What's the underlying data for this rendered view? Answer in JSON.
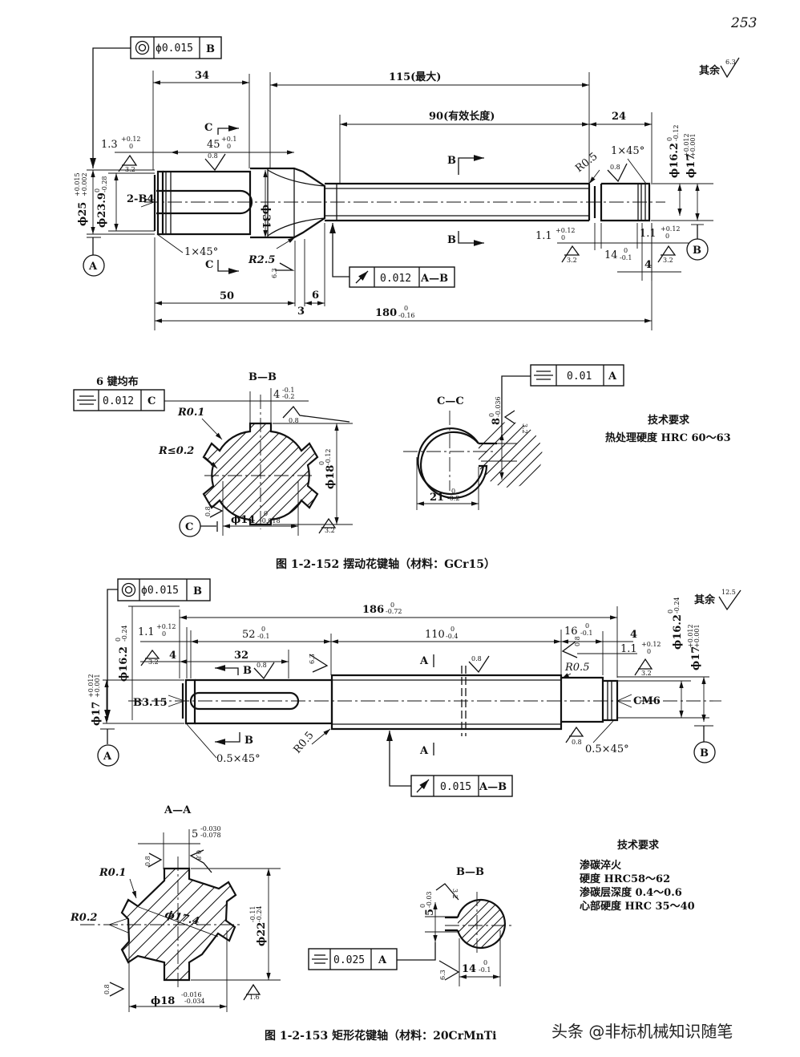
{
  "page_number": "253",
  "figure1": {
    "caption": "图 1-2-152   摆动花键轴（材料：GCr15）",
    "roughness_rest": {
      "label": "其余",
      "value": "6.3"
    },
    "fcf_coaxiality": {
      "symbol": "◎",
      "tolerance": "ϕ0.015",
      "datum": "B"
    },
    "fcf_runout": {
      "symbol": "↗",
      "tolerance": "0.012",
      "datum": "A—B"
    },
    "dims": {
      "d34": "34",
      "d115": "115(最大)",
      "d90": "90(有效长度)",
      "d24": "24",
      "d13": "1.3",
      "d13_tol_up": "+0.12",
      "d13_tol_low": "0",
      "d45": "45",
      "d45_tol_up": "+0.1",
      "d45_tol_low": "0",
      "r08_top": "0.8",
      "r32_left": "3.2",
      "phi25": "ϕ25",
      "phi25_up": "+0.015",
      "phi25_low": "+0.002",
      "phi239": "ϕ23.9",
      "phi239_up": "0",
      "phi239_low": "-0.28",
      "center_hole": "2-B4",
      "phi31": "ϕ31",
      "chamfer_left": "1×45°",
      "r25": "R2.5",
      "r6_rough": "6.3",
      "d50": "50",
      "d3": "3",
      "d6": "6",
      "d180": "180",
      "d180_up": "0",
      "d180_low": "-0.16",
      "r05": "R0.5",
      "chamfer_right": "1×45°",
      "r08_right": "0.8",
      "phi162": "ϕ16.2",
      "phi162_up": "0",
      "phi162_low": "-0.12",
      "phi17": "ϕ17",
      "phi17_up": "+0.012",
      "phi17_low": "+0.001",
      "d11a": "1.1",
      "d11a_up": "+0.12",
      "d11a_low": "0",
      "d14": "14",
      "d14_up": "0",
      "d14_low": "-0.1",
      "d11b": "1.1",
      "d11b_up": "+0.12",
      "d11b_low": "0",
      "d4": "4",
      "r32a": "3.2",
      "r32b": "3.2",
      "datum_a": "A",
      "datum_b": "B",
      "sec_c_top": "C",
      "sec_c_bot": "C",
      "sec_b_top": "B",
      "sec_b_bot": "B"
    },
    "section_bb": {
      "title": "B—B",
      "note": "6 键均布",
      "fcf": {
        "symbol": "⌯",
        "tolerance": "0.012",
        "datum": "C"
      },
      "key_width": "4",
      "key_width_up": "-0.1",
      "key_width_low": "-0.2",
      "rough_top": "0.8",
      "r01": "R0.1",
      "r02": "R≤0.2",
      "phi18": "ϕ18",
      "phi18_up": "0",
      "phi18_low": "-0.12",
      "phi14": "ϕ14",
      "phi14_up": "0",
      "phi14_low": "-0.018",
      "rough_left": "0.8",
      "rough_bottom": "3.2",
      "datum_c": "C"
    },
    "section_cc": {
      "title": "C—C",
      "fcf": {
        "symbol": "⌯",
        "tolerance": "0.01",
        "datum": "A"
      },
      "keyway": "8",
      "keyway_up": "0",
      "keyway_low": "-0.036",
      "rough": "3.2",
      "depth": "21",
      "depth_up": "0",
      "depth_low": "-0.2"
    },
    "requirements": {
      "title": "技术要求",
      "lines": [
        "热处理硬度 HRC 60～63"
      ]
    }
  },
  "figure2": {
    "caption_a": "图 1-2-153   矩形花键轴（材料：20CrMnTi",
    "watermark": "头条 @非标机械知识随笔",
    "roughness_rest": {
      "label": "其余",
      "value": "12.5"
    },
    "fcf_coaxiality": {
      "symbol": "◎",
      "tolerance": "ϕ0.015",
      "datum": "B"
    },
    "fcf_runout": {
      "symbol": "↗",
      "tolerance": "0.015",
      "datum": "A—B"
    },
    "dims": {
      "d186": "186",
      "d186_up": "0",
      "d186_low": "-0.72",
      "d11a": "1.1",
      "d11a_up": "+0.12",
      "d11a_low": "0",
      "d52": "52",
      "d52_up": "0",
      "d52_low": "-0.1",
      "d110": "110",
      "d110_up": "0",
      "d110_low": "-0.4",
      "d16": "16",
      "d16_up": "0",
      "d16_low": "-0.1",
      "d4a": "4",
      "d32": "32",
      "d4b": "4",
      "d11b": "1.1",
      "d11b_up": "+0.12",
      "d11b_low": "0",
      "r32a": "3.2",
      "r32b": "3.2",
      "r08a": "0.8",
      "r08b": "0.8",
      "r08c": "0.8",
      "r08d": "0.8",
      "r6": "6.3",
      "phi162": "ϕ16.2",
      "phi162_up": "0",
      "phi162_low": "-0.24",
      "phi17": "ϕ17",
      "phi17_up": "+0.012",
      "phi17_low": "+0.001",
      "phi162r": "ϕ16.2",
      "phi162r_up": "0",
      "phi162r_low": "-0.24",
      "phi17r": "ϕ17",
      "phi17r_up": "+0.012",
      "phi17r_low": "+0.001",
      "center_left": "B3.15",
      "center_right": "CM6",
      "chamfer_left": "0.5×45°",
      "chamfer_right": "0.5×45°",
      "r05a": "R0.5",
      "r05b": "R0.5",
      "sec_a_top": "A",
      "sec_a_bot": "A",
      "sec_b_top": "B",
      "sec_b_bot": "B",
      "datum_a": "A",
      "datum_b": "B"
    },
    "section_aa": {
      "title": "A—A",
      "key_width": "5",
      "key_width_up": "-0.030",
      "key_width_low": "-0.078",
      "rough_l": "0.8",
      "rough_r": "0.8",
      "r01": "R0.1",
      "r02": "R0.2",
      "phi174": "ϕ17.4",
      "phi22": "ϕ22",
      "phi22_up": "-0.11",
      "phi22_low": "-0.24",
      "phi18": "ϕ18",
      "phi18_up": "-0.016",
      "phi18_low": "-0.034",
      "rough_bl": "0.8",
      "rough_br": "1.6"
    },
    "section_bb": {
      "title": "B—B",
      "fcf": {
        "symbol": "⌯",
        "tolerance": "0.025",
        "datum": "A"
      },
      "keyway": "5",
      "keyway_up": "0",
      "keyway_low": "-0.03",
      "rough_a": "3.2",
      "rough_b": "6.3",
      "depth": "14",
      "depth_up": "0",
      "depth_low": "-0.1"
    },
    "requirements": {
      "title": "技术要求",
      "lines": [
        "渗碳淬火",
        "硬度 HRC58～62",
        "渗碳层深度 0.4～0.6",
        "心部硬度 HRC 35～40"
      ]
    }
  }
}
